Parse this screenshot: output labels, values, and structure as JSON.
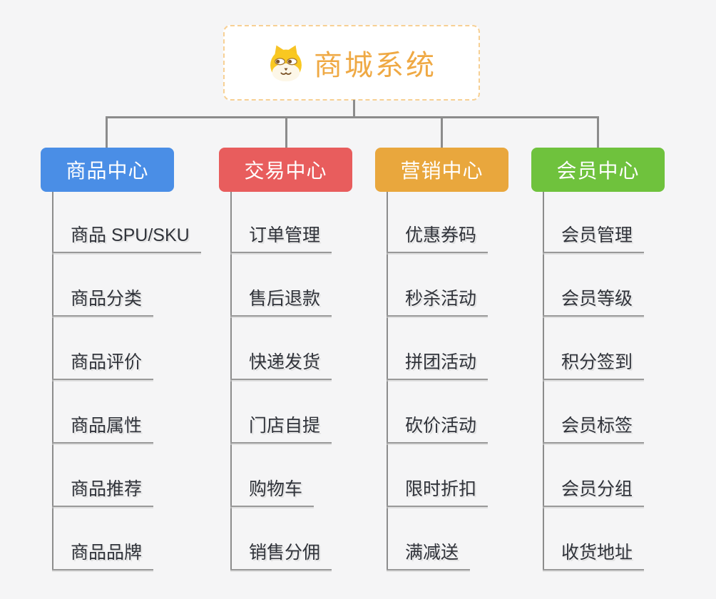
{
  "root": {
    "title": "商城系统",
    "icon": "dog-logo-icon"
  },
  "branches": [
    {
      "label": "商品中心",
      "color": "#4a8ee6",
      "items": [
        "商品 SPU/SKU",
        "商品分类",
        "商品评价",
        "商品属性",
        "商品推荐",
        "商品品牌"
      ]
    },
    {
      "label": "交易中心",
      "color": "#e85d5d",
      "items": [
        "订单管理",
        "售后退款",
        "快递发货",
        "门店自提",
        "购物车",
        "销售分佣"
      ]
    },
    {
      "label": "营销中心",
      "color": "#e9a73d",
      "items": [
        "优惠券码",
        "秒杀活动",
        "拼团活动",
        "砍价活动",
        "限时折扣",
        "满减送"
      ]
    },
    {
      "label": "会员中心",
      "color": "#6fc23d",
      "items": [
        "会员管理",
        "会员等级",
        "积分签到",
        "会员标签",
        "会员分组",
        "收货地址"
      ]
    }
  ],
  "theme": {
    "background": "#f5f5f6",
    "connector_color": "#8c8c8c",
    "root_text_color": "#efa944",
    "root_border_color": "#f7d094",
    "leaf_text_color": "#30333a",
    "leaf_underline_color": "#999999"
  }
}
